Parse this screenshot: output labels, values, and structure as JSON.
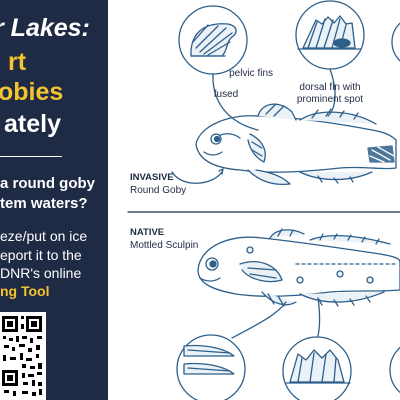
{
  "panel": {
    "heading_1": "r Lakes:",
    "heading_2": "rt",
    "heading_3": "obies",
    "heading_4": "ately",
    "question_1": "a round goby",
    "question_2": "tem waters?",
    "body_1": "eze/put on ice",
    "body_2": "eport it to the",
    "body_3": "DNR's online",
    "link": "ng Tool",
    "accent_color": "#f4c430",
    "background_color": "#1f2a44"
  },
  "diagram": {
    "invasive": {
      "status": "INVASIVE",
      "name": "Round Goby",
      "callout_pelvic_1": "pelvic fins",
      "callout_pelvic_2": "fused",
      "callout_dorsal_1": "dorsal fin with",
      "callout_dorsal_2": "prominent spot"
    },
    "native": {
      "status": "NATIVE",
      "name": "Mottled Sculpin"
    },
    "line_color": "#2e5f8a"
  }
}
